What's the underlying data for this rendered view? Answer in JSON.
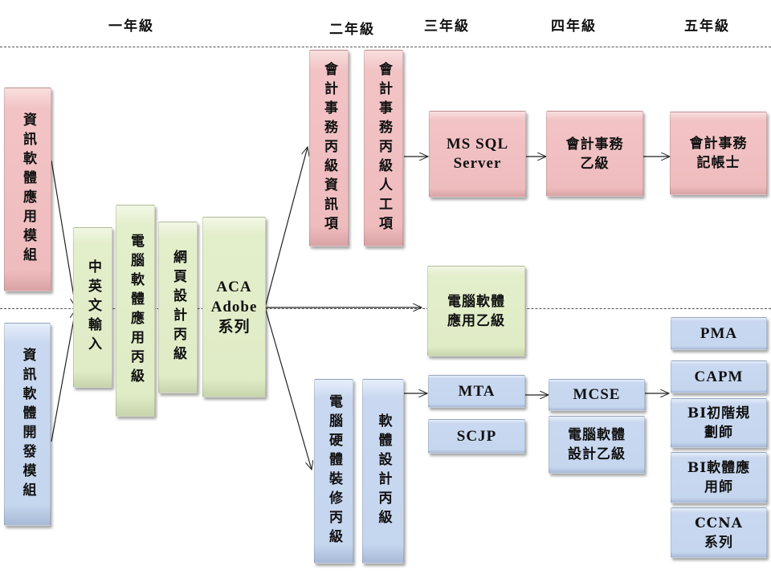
{
  "headers": {
    "year1": "一年級",
    "year2": "二年級",
    "year3": "三年級",
    "year4": "四年級",
    "year5": "五年級"
  },
  "modules": {
    "app_module": "資訊軟體應用模組",
    "dev_module": "資訊軟體開發模組"
  },
  "year1_certs": {
    "typing": "中英文輸入",
    "computer_app_c": "電腦軟體應用丙級",
    "web_design_c": "網頁設計丙級",
    "aca": "ACA\nAdobe\n系列"
  },
  "year2_certs": {
    "accounting_c_info": "會計事務丙級資訊項",
    "accounting_c_manual": "會計事務丙級人工項",
    "hardware_c": "電腦硬體裝修丙級",
    "software_design_c": "軟體設計丙級"
  },
  "year3_certs": {
    "ms_sql": "MS SQL\nServer",
    "computer_app_b": "電腦軟體\n應用乙級",
    "mta": "MTA",
    "scjp": "SCJP"
  },
  "year4_certs": {
    "accounting_b": "會計事務\n乙級",
    "mcse": "MCSE",
    "software_design_b": "電腦軟體\n設計乙級"
  },
  "year5_certs": {
    "bookkeeper": "會計事務\n記帳士",
    "pma": "PMA",
    "capm": "CAPM",
    "bi_planner": "BI初階規\n劃師",
    "bi_app": "BI軟體應\n用師",
    "ccna": "CCNA\n系列"
  },
  "colors": {
    "pink": "#efbcbe",
    "green": "#e0ecc6",
    "blue": "#c5d6ef"
  }
}
